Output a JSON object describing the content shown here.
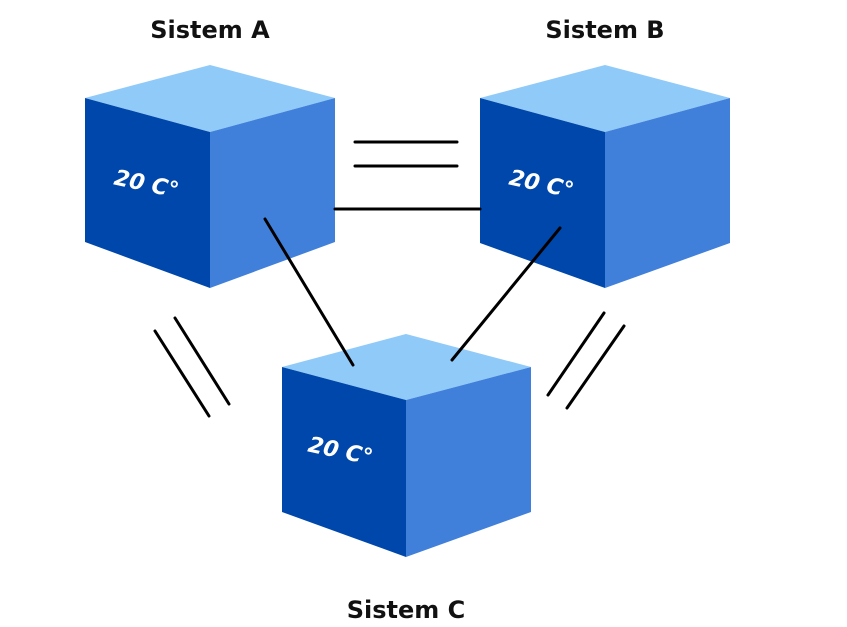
{
  "colors": {
    "top_face": "#90CAF9",
    "front_face": "#0047AB",
    "side_face": "#4080DA",
    "line": "#000000"
  },
  "systems": [
    {
      "label": "Sistem A",
      "temperature": "20 C°"
    },
    {
      "label": "Sistem B",
      "temperature": "20 C°"
    },
    {
      "label": "Sistem C",
      "temperature": "20 C°"
    }
  ],
  "relations": [
    {
      "between": [
        "Sistem A",
        "Sistem B"
      ],
      "symbol": "equals"
    },
    {
      "between": [
        "Sistem A",
        "Sistem C"
      ],
      "symbol": "equals"
    },
    {
      "between": [
        "Sistem B",
        "Sistem C"
      ],
      "symbol": "equals"
    }
  ]
}
